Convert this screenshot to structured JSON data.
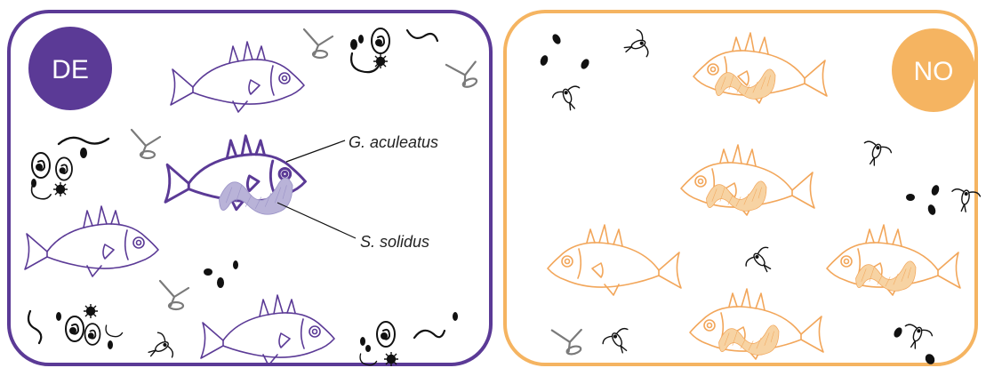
{
  "colors": {
    "de_accent": "#5b3a96",
    "no_accent": "#f5b461",
    "no_fish": "#f2a65a",
    "ink": "#111111",
    "gray": "#7a7a7a",
    "worm_fill": "#b9b3d8"
  },
  "panels": {
    "de": {
      "label": "DE"
    },
    "no": {
      "label": "NO"
    }
  },
  "annotations": {
    "host": "G. aculeatus",
    "parasite": "S. solidus"
  },
  "icons": [
    "stickleback-fish-icon",
    "tapeworm-icon",
    "copepod-icon",
    "prey-pellet-icon",
    "snail-icon",
    "worm-icon",
    "spiky-organism-icon",
    "bird-icon"
  ]
}
